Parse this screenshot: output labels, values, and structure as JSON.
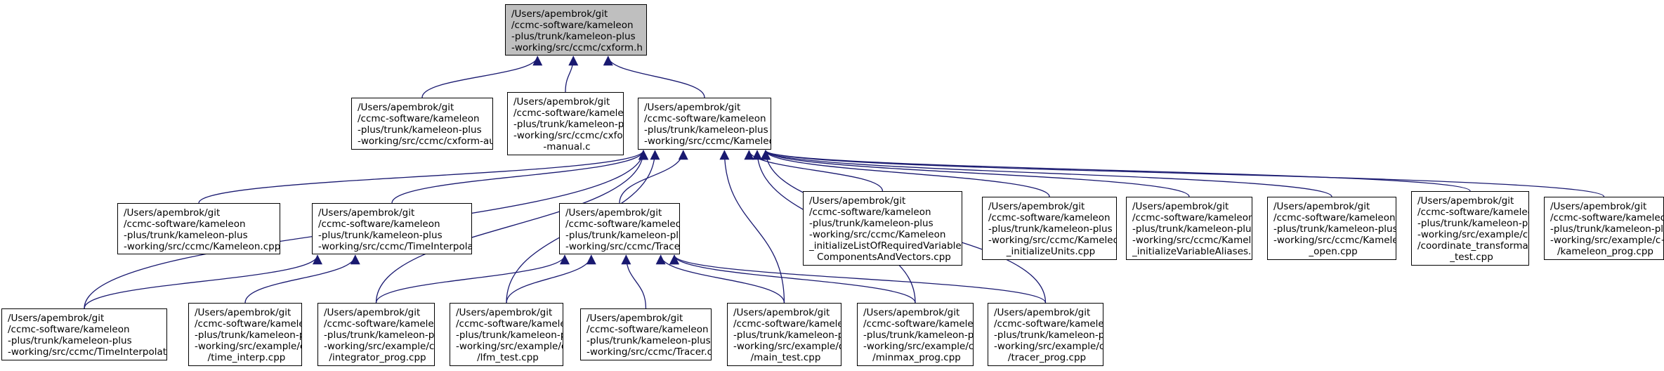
{
  "colors": {
    "edge": "#191970",
    "root_fill": "#bfbfbf",
    "node_fill": "#ffffff",
    "border": "#000000"
  },
  "nodes": [
    {
      "id": "cxform_h",
      "role": "root",
      "lines": [
        "/Users/apembrok/git",
        "/ccmc-software/kameleon",
        "-plus/trunk/kameleon-plus",
        "-working/src/ccmc/cxform.h"
      ]
    },
    {
      "id": "cxform_auto",
      "lines": [
        "/Users/apembrok/git",
        "/ccmc-software/kameleon",
        "-plus/trunk/kameleon-plus",
        "-working/src/ccmc/cxform-auto.c"
      ]
    },
    {
      "id": "cxform_manual",
      "lines": [
        "/Users/apembrok/git",
        "/ccmc-software/kameleon",
        "-plus/trunk/kameleon-plus",
        "-working/src/ccmc/cxform",
        "-manual.c"
      ]
    },
    {
      "id": "kameleon_h",
      "lines": [
        "/Users/apembrok/git",
        "/ccmc-software/kameleon",
        "-plus/trunk/kameleon-plus",
        "-working/src/ccmc/Kameleon.h"
      ]
    },
    {
      "id": "kameleon_cpp",
      "lines": [
        "/Users/apembrok/git",
        "/ccmc-software/kameleon",
        "-plus/trunk/kameleon-plus",
        "-working/src/ccmc/Kameleon.cpp"
      ]
    },
    {
      "id": "timeinterp_h",
      "lines": [
        "/Users/apembrok/git",
        "/ccmc-software/kameleon",
        "-plus/trunk/kameleon-plus",
        "-working/src/ccmc/TimeInterpolator.h"
      ]
    },
    {
      "id": "tracer_h",
      "lines": [
        "/Users/apembrok/git",
        "/ccmc-software/kameleon",
        "-plus/trunk/kameleon-plus",
        "-working/src/ccmc/Tracer.h"
      ]
    },
    {
      "id": "init_list",
      "lines": [
        "/Users/apembrok/git",
        "/ccmc-software/kameleon",
        "-plus/trunk/kameleon-plus",
        "-working/src/ccmc/Kameleon",
        "_initializeListOfRequiredVariablesFor",
        "ComponentsAndVectors.cpp"
      ]
    },
    {
      "id": "init_units",
      "lines": [
        "/Users/apembrok/git",
        "/ccmc-software/kameleon",
        "-plus/trunk/kameleon-plus",
        "-working/src/ccmc/Kameleon",
        "_initializeUnits.cpp"
      ]
    },
    {
      "id": "init_aliases",
      "lines": [
        "/Users/apembrok/git",
        "/ccmc-software/kameleon",
        "-plus/trunk/kameleon-plus",
        "-working/src/ccmc/Kameleon",
        "_initializeVariableAliases.cpp"
      ]
    },
    {
      "id": "kam_open",
      "lines": [
        "/Users/apembrok/git",
        "/ccmc-software/kameleon",
        "-plus/trunk/kameleon-plus",
        "-working/src/ccmc/Kameleon",
        "_open.cpp"
      ]
    },
    {
      "id": "coord_test",
      "lines": [
        "/Users/apembrok/git",
        "/ccmc-software/kameleon",
        "-plus/trunk/kameleon-plus",
        "-working/src/example/c++",
        "/coordinate_transformation",
        "_test.cpp"
      ]
    },
    {
      "id": "kam_prog",
      "lines": [
        "/Users/apembrok/git",
        "/ccmc-software/kameleon",
        "-plus/trunk/kameleon-plus",
        "-working/src/example/c++",
        "/kameleon_prog.cpp"
      ]
    },
    {
      "id": "timeinterp_c",
      "lines": [
        "/Users/apembrok/git",
        "/ccmc-software/kameleon",
        "-plus/trunk/kameleon-plus",
        "-working/src/ccmc/TimeInterpolator.cpp"
      ]
    },
    {
      "id": "time_interp",
      "lines": [
        "/Users/apembrok/git",
        "/ccmc-software/kameleon",
        "-plus/trunk/kameleon-plus",
        "-working/src/example/c++",
        "/time_interp.cpp"
      ]
    },
    {
      "id": "integrator",
      "lines": [
        "/Users/apembrok/git",
        "/ccmc-software/kameleon",
        "-plus/trunk/kameleon-plus",
        "-working/src/example/c++",
        "/integrator_prog.cpp"
      ]
    },
    {
      "id": "lfm_test",
      "lines": [
        "/Users/apembrok/git",
        "/ccmc-software/kameleon",
        "-plus/trunk/kameleon-plus",
        "-working/src/example/c++",
        "/lfm_test.cpp"
      ]
    },
    {
      "id": "tracer_cpp",
      "lines": [
        "/Users/apembrok/git",
        "/ccmc-software/kameleon",
        "-plus/trunk/kameleon-plus",
        "-working/src/ccmc/Tracer.cpp"
      ]
    },
    {
      "id": "main_test",
      "lines": [
        "/Users/apembrok/git",
        "/ccmc-software/kameleon",
        "-plus/trunk/kameleon-plus",
        "-working/src/example/c++",
        "/main_test.cpp"
      ]
    },
    {
      "id": "minmax",
      "lines": [
        "/Users/apembrok/git",
        "/ccmc-software/kameleon",
        "-plus/trunk/kameleon-plus",
        "-working/src/example/c++",
        "/minmax_prog.cpp"
      ]
    },
    {
      "id": "tracer_prog",
      "lines": [
        "/Users/apembrok/git",
        "/ccmc-software/kameleon",
        "-plus/trunk/kameleon-plus",
        "-working/src/example/c++",
        "/tracer_prog.cpp"
      ]
    }
  ],
  "edges": [
    {
      "from": "cxform_auto",
      "to": "cxform_h"
    },
    {
      "from": "cxform_manual",
      "to": "cxform_h"
    },
    {
      "from": "kameleon_h",
      "to": "cxform_h"
    },
    {
      "from": "kameleon_cpp",
      "to": "kameleon_h"
    },
    {
      "from": "timeinterp_h",
      "to": "kameleon_h"
    },
    {
      "from": "tracer_h",
      "to": "kameleon_h"
    },
    {
      "from": "init_list",
      "to": "kameleon_h"
    },
    {
      "from": "init_units",
      "to": "kameleon_h"
    },
    {
      "from": "init_aliases",
      "to": "kameleon_h"
    },
    {
      "from": "kam_open",
      "to": "kameleon_h"
    },
    {
      "from": "coord_test",
      "to": "kameleon_h"
    },
    {
      "from": "kam_prog",
      "to": "kameleon_h"
    },
    {
      "from": "timeinterp_c",
      "to": "kameleon_h"
    },
    {
      "from": "integrator",
      "to": "kameleon_h"
    },
    {
      "from": "lfm_test",
      "to": "kameleon_h"
    },
    {
      "from": "main_test",
      "to": "kameleon_h"
    },
    {
      "from": "minmax",
      "to": "kameleon_h"
    },
    {
      "from": "tracer_prog",
      "to": "kameleon_h"
    },
    {
      "from": "timeinterp_c",
      "to": "timeinterp_h"
    },
    {
      "from": "time_interp",
      "to": "timeinterp_h"
    },
    {
      "from": "integrator",
      "to": "tracer_h"
    },
    {
      "from": "lfm_test",
      "to": "tracer_h"
    },
    {
      "from": "tracer_cpp",
      "to": "tracer_h"
    },
    {
      "from": "main_test",
      "to": "tracer_h"
    },
    {
      "from": "minmax",
      "to": "tracer_h"
    },
    {
      "from": "tracer_prog",
      "to": "tracer_h"
    }
  ]
}
